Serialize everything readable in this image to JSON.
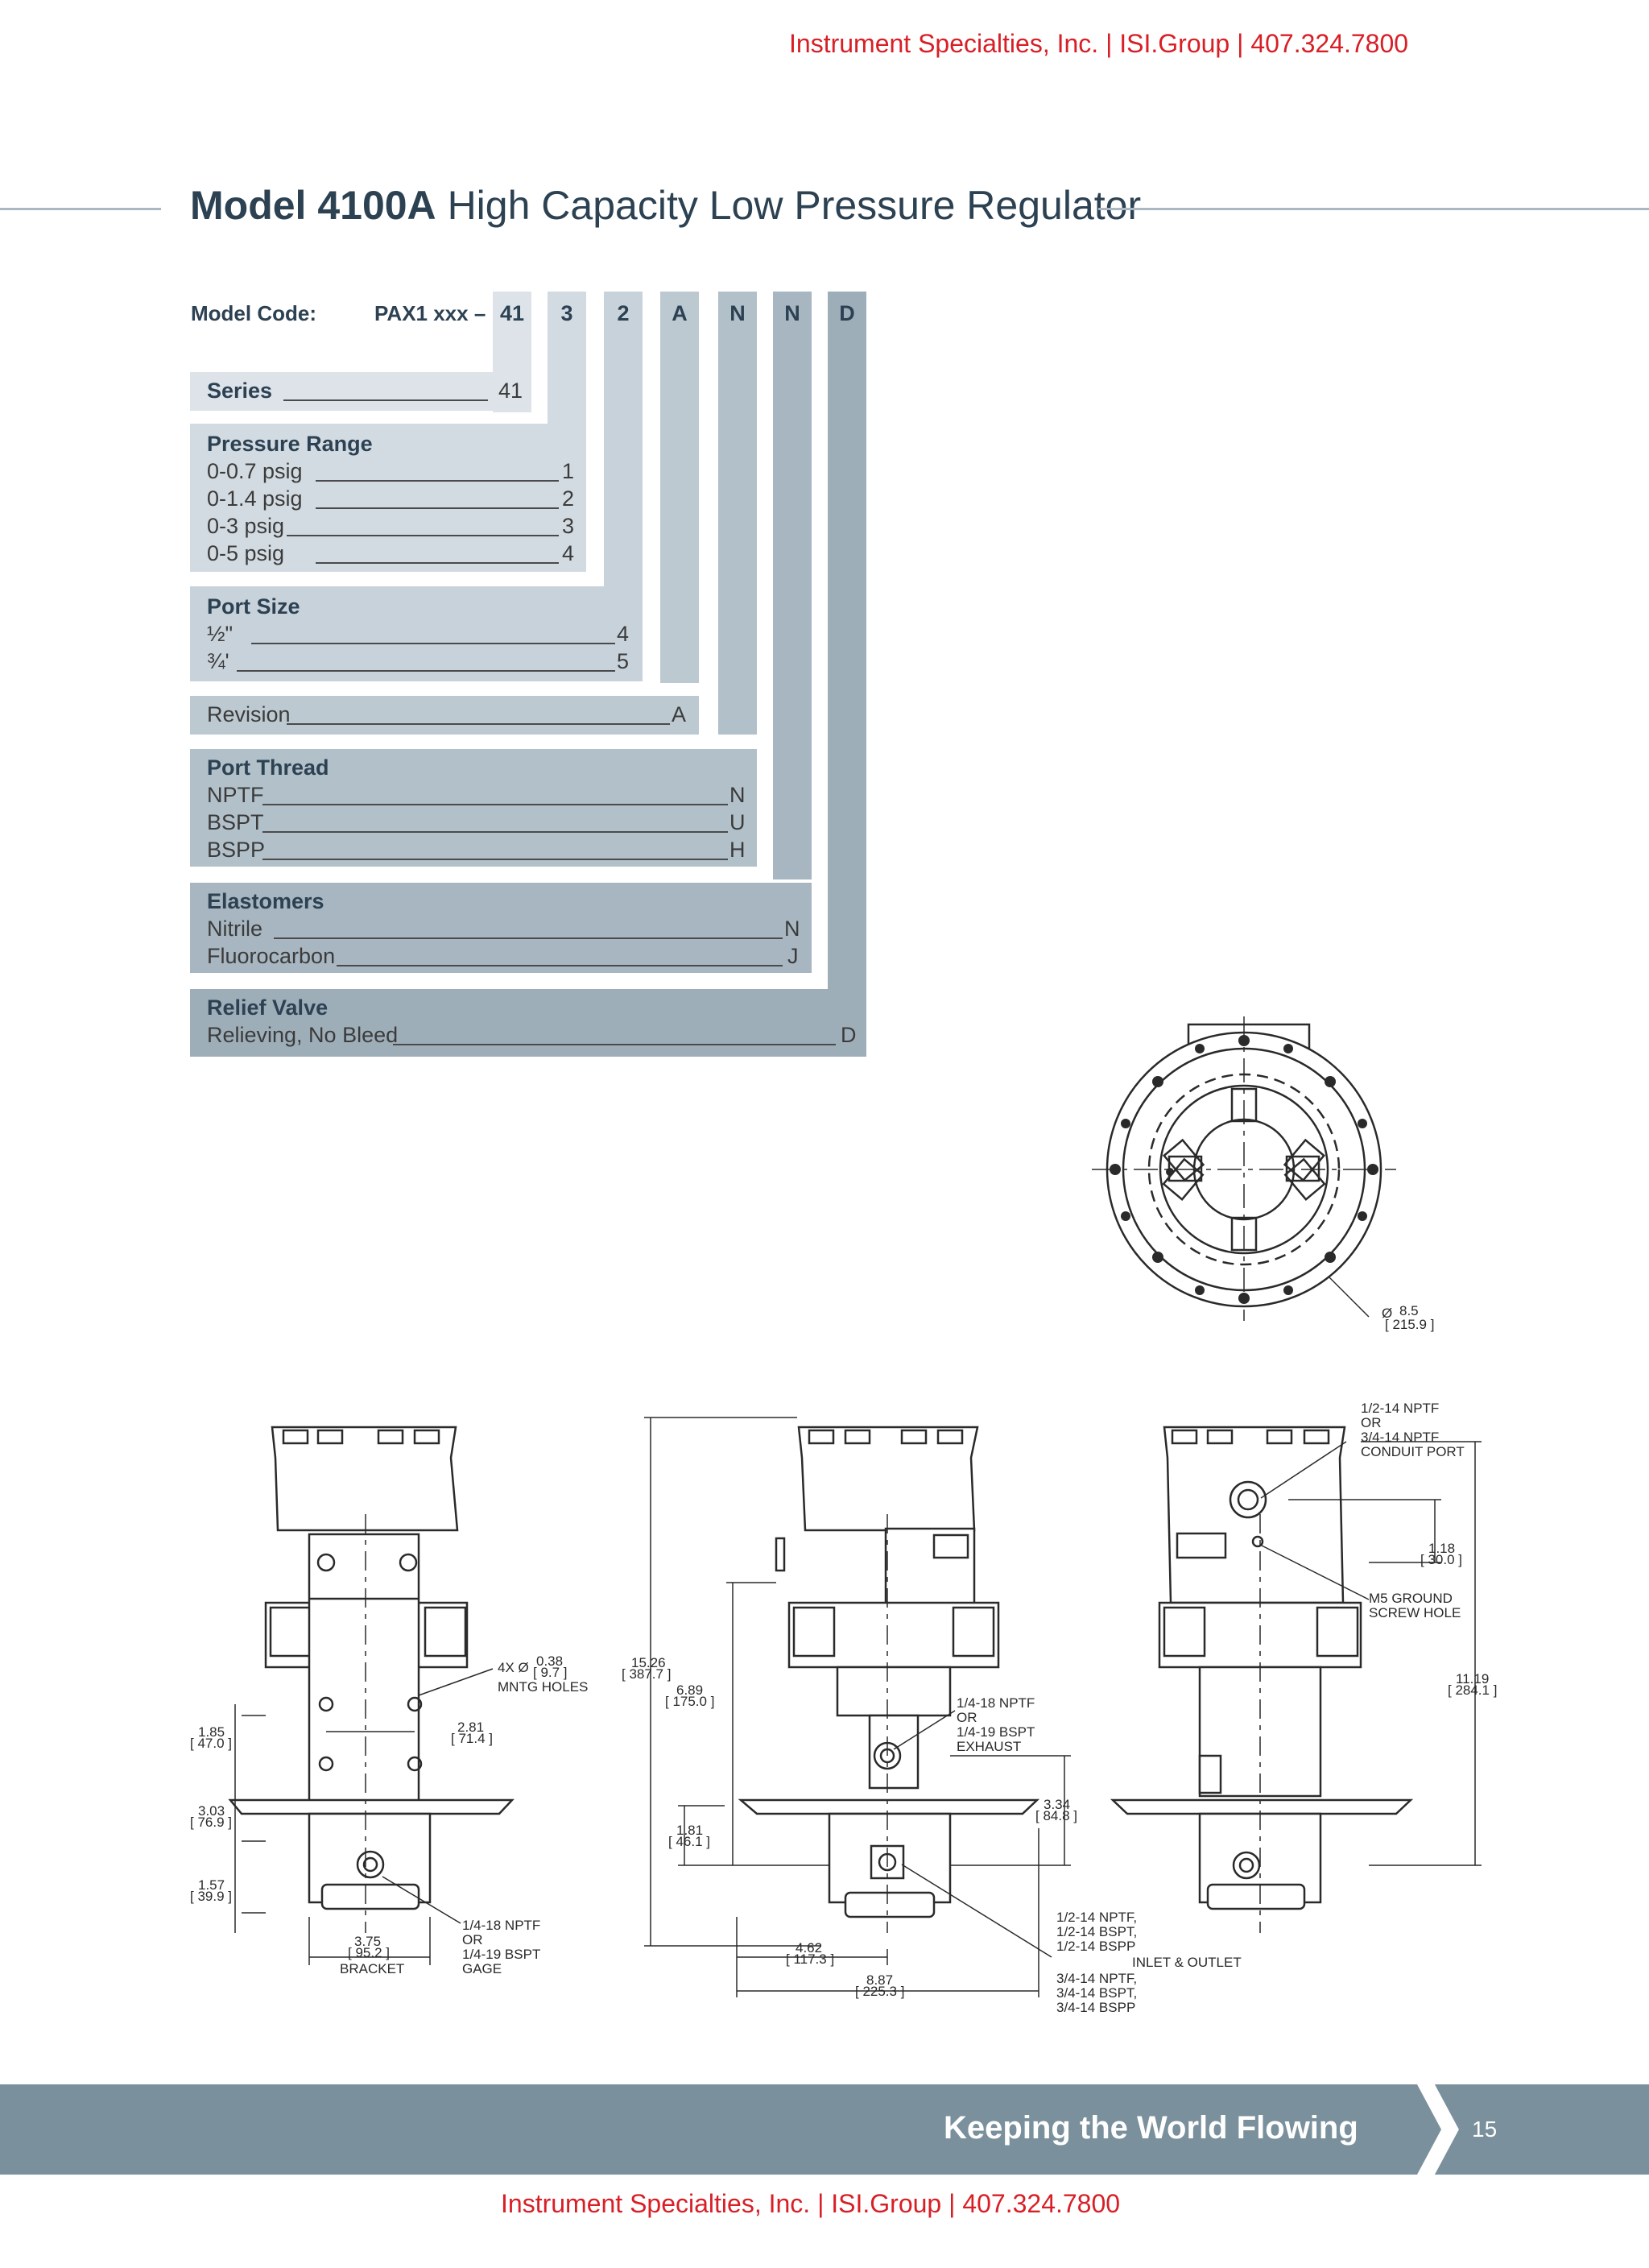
{
  "header": {
    "text": "Instrument Specialties, Inc. | ISI.Group | 407.324.7800"
  },
  "title": {
    "model": "Model 4100A",
    "description": "High Capacity Low Pressure Regulator"
  },
  "model_code": {
    "label": "Model Code:",
    "prefix": "PAX1 xxx –",
    "codes": [
      "41",
      "3",
      "2",
      "A",
      "N",
      "N",
      "D"
    ]
  },
  "sections": {
    "series": {
      "title": "Series",
      "value": "41"
    },
    "pressure_range": {
      "title": "Pressure Range",
      "options": [
        {
          "label": "0-0.7 psig",
          "code": "1"
        },
        {
          "label": "0-1.4 psig",
          "code": "2"
        },
        {
          "label": "0-3 psig",
          "code": "3"
        },
        {
          "label": "0-5 psig",
          "code": "4"
        }
      ]
    },
    "port_size": {
      "title": "Port Size",
      "options": [
        {
          "label": "½\"",
          "code": "4"
        },
        {
          "label": "¾'",
          "code": "5"
        }
      ]
    },
    "revision": {
      "label": "Revision",
      "code": "A"
    },
    "port_thread": {
      "title": "Port Thread",
      "options": [
        {
          "label": "NPTF",
          "code": "N"
        },
        {
          "label": "BSPT",
          "code": "U"
        },
        {
          "label": "BSPP",
          "code": "H"
        }
      ]
    },
    "elastomers": {
      "title": "Elastomers",
      "options": [
        {
          "label": "Nitrile",
          "code": "N"
        },
        {
          "label": "Fluorocarbon",
          "code": "J"
        }
      ]
    },
    "relief_valve": {
      "title": "Relief Valve",
      "options": [
        {
          "label": "Relieving, No Bleed",
          "code": "D"
        }
      ]
    }
  },
  "drawing": {
    "top_view": {
      "dia": "8.5",
      "dia_mm": "[ 215.9 ]",
      "dia_prefix": "Ø"
    },
    "left_view": {
      "dim_185": "1.85",
      "dim_185_mm": "[ 47.0 ]",
      "dim_303": "3.03",
      "dim_303_mm": "[ 76.9 ]",
      "dim_157": "1.57",
      "dim_157_mm": "[ 39.9 ]",
      "holes_a": "4X Ø",
      "holes_b": "0.38",
      "holes_b_mm": "[ 9.7 ]",
      "holes_c": "MNTG HOLES",
      "dim_281": "2.81",
      "dim_281_mm": "[ 71.4 ]",
      "bracket_a": "3.75",
      "bracket_mm": "[ 95.2 ]",
      "bracket_c": "BRACKET",
      "gage_1": "1/4-18 NPTF",
      "gage_2": "OR",
      "gage_3": "1/4-19 BSPT",
      "gage_4": "GAGE"
    },
    "center_view": {
      "dim_1526": "15.26",
      "dim_1526_mm": "[ 387.7 ]",
      "dim_689": "6.89",
      "dim_689_mm": "[ 175.0 ]",
      "dim_181": "1.81",
      "dim_181_mm": "[ 46.1 ]",
      "exh_1": "1/4-18 NPTF",
      "exh_2": "OR",
      "exh_3": "1/4-19 BSPT",
      "exh_4": "EXHAUST",
      "dim_334": "3.34",
      "dim_334_mm": "[ 84.8 ]",
      "dim_462": "4.62",
      "dim_462_mm": "[ 117.3 ]",
      "dim_887": "8.87",
      "dim_887_mm": "[ 225.3 ]",
      "io_1": "1/2-14 NPTF,",
      "io_2": "1/2-14 BSPT,",
      "io_3": "1/2-14 BSPP",
      "io_label": "INLET & OUTLET",
      "io_4": "3/4-14 NPTF,",
      "io_5": "3/4-14 BSPT,",
      "io_6": "3/4-14 BSPP"
    },
    "right_view": {
      "cp_1": "1/2-14 NPTF",
      "cp_2": "OR",
      "cp_3": "3/4-14 NPTF",
      "cp_4": "CONDUIT PORT",
      "dim_118": "1.18",
      "dim_118_mm": "[ 30.0 ]",
      "gnd_1": "M5 GROUND",
      "gnd_2": "SCREW HOLE",
      "dim_1119": "11.19",
      "dim_1119_mm": "[ 284.1 ]"
    }
  },
  "footer": {
    "tagline": "Keeping the World Flowing",
    "page": "15",
    "contact": "Instrument Specialties, Inc. | ISI.Group | 407.324.7800"
  },
  "colors": {
    "header_red": "#d81f26",
    "title_navy": "#2c4152",
    "footer_band": "#7a909c"
  }
}
